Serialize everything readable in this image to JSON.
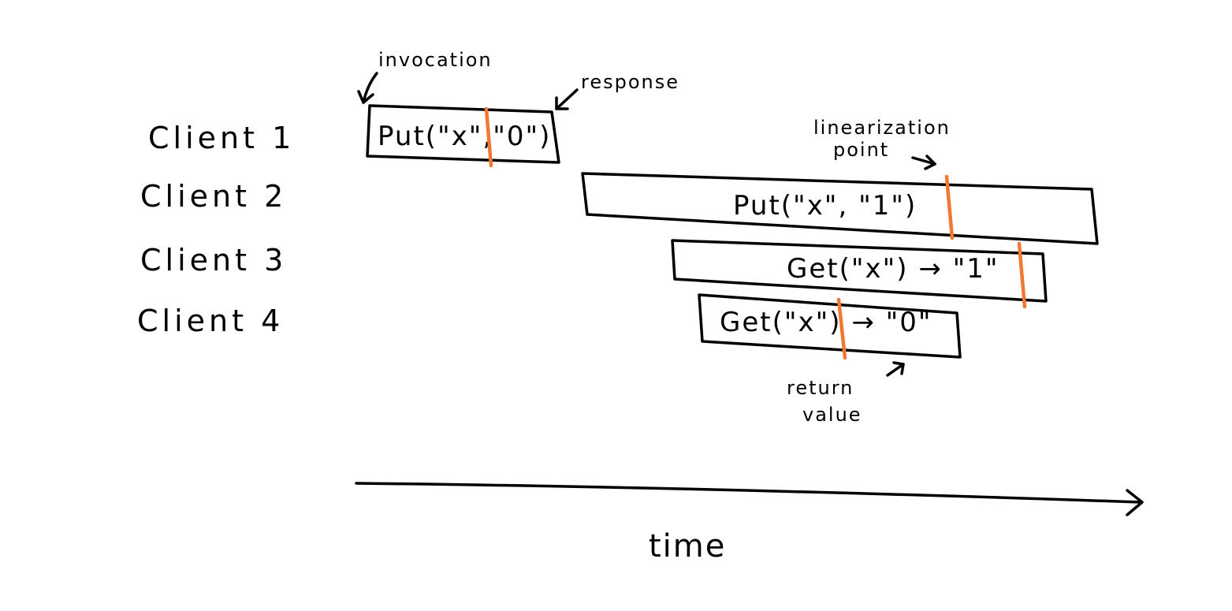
{
  "clients": [
    {
      "id": "c1",
      "label": "Client 1"
    },
    {
      "id": "c2",
      "label": "Client 2"
    },
    {
      "id": "c3",
      "label": "Client 3"
    },
    {
      "id": "c4",
      "label": "Client 4"
    }
  ],
  "operations": [
    {
      "id": "op1",
      "client": "c1",
      "label": "Put(\"x\",\"0\")"
    },
    {
      "id": "op2",
      "client": "c2",
      "label": "Put(\"x\", \"1\")"
    },
    {
      "id": "op3",
      "client": "c3",
      "label": "Get(\"x\") → \"1\""
    },
    {
      "id": "op4",
      "client": "c4",
      "label": "Get(\"x\") → \"0\""
    }
  ],
  "annotations": {
    "invocation": "invocation",
    "response": "response",
    "linearization_line1": "linearization",
    "linearization_line2": "point",
    "return_line1": "return",
    "return_line2": "value"
  },
  "axis": {
    "label": "time"
  },
  "colors": {
    "ink": "#000000",
    "linearization": "#f07830",
    "background": "#ffffff"
  }
}
